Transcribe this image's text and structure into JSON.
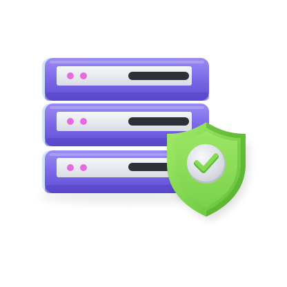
{
  "illustration": {
    "icon": "server-security-icon",
    "server_rack": {
      "icon": "server-rack-icon",
      "unit_count": 3,
      "units": [
        {
          "icon": "server-unit-icon",
          "indicator_lights": 2
        },
        {
          "icon": "server-unit-icon",
          "indicator_lights": 2
        },
        {
          "icon": "server-unit-icon",
          "indicator_lights": 2
        }
      ]
    },
    "badge": {
      "icon": "shield-check-icon",
      "status": "verified"
    },
    "colors": {
      "unit_body": "#7e6bea",
      "unit_body_dark": "#5544c6",
      "unit_highlight": "#a89cf5",
      "unit_outline_light": "#cfe6ff",
      "panel": "#e9ecf0",
      "led": "#e56be0",
      "slot": "#2d3037",
      "shield_outer": "#7ed64a",
      "shield_inner": "#97e65e",
      "shield_dark": "#52a92a",
      "check_disc": "#e6e8ec",
      "check_mark": "#7ed64a"
    }
  }
}
